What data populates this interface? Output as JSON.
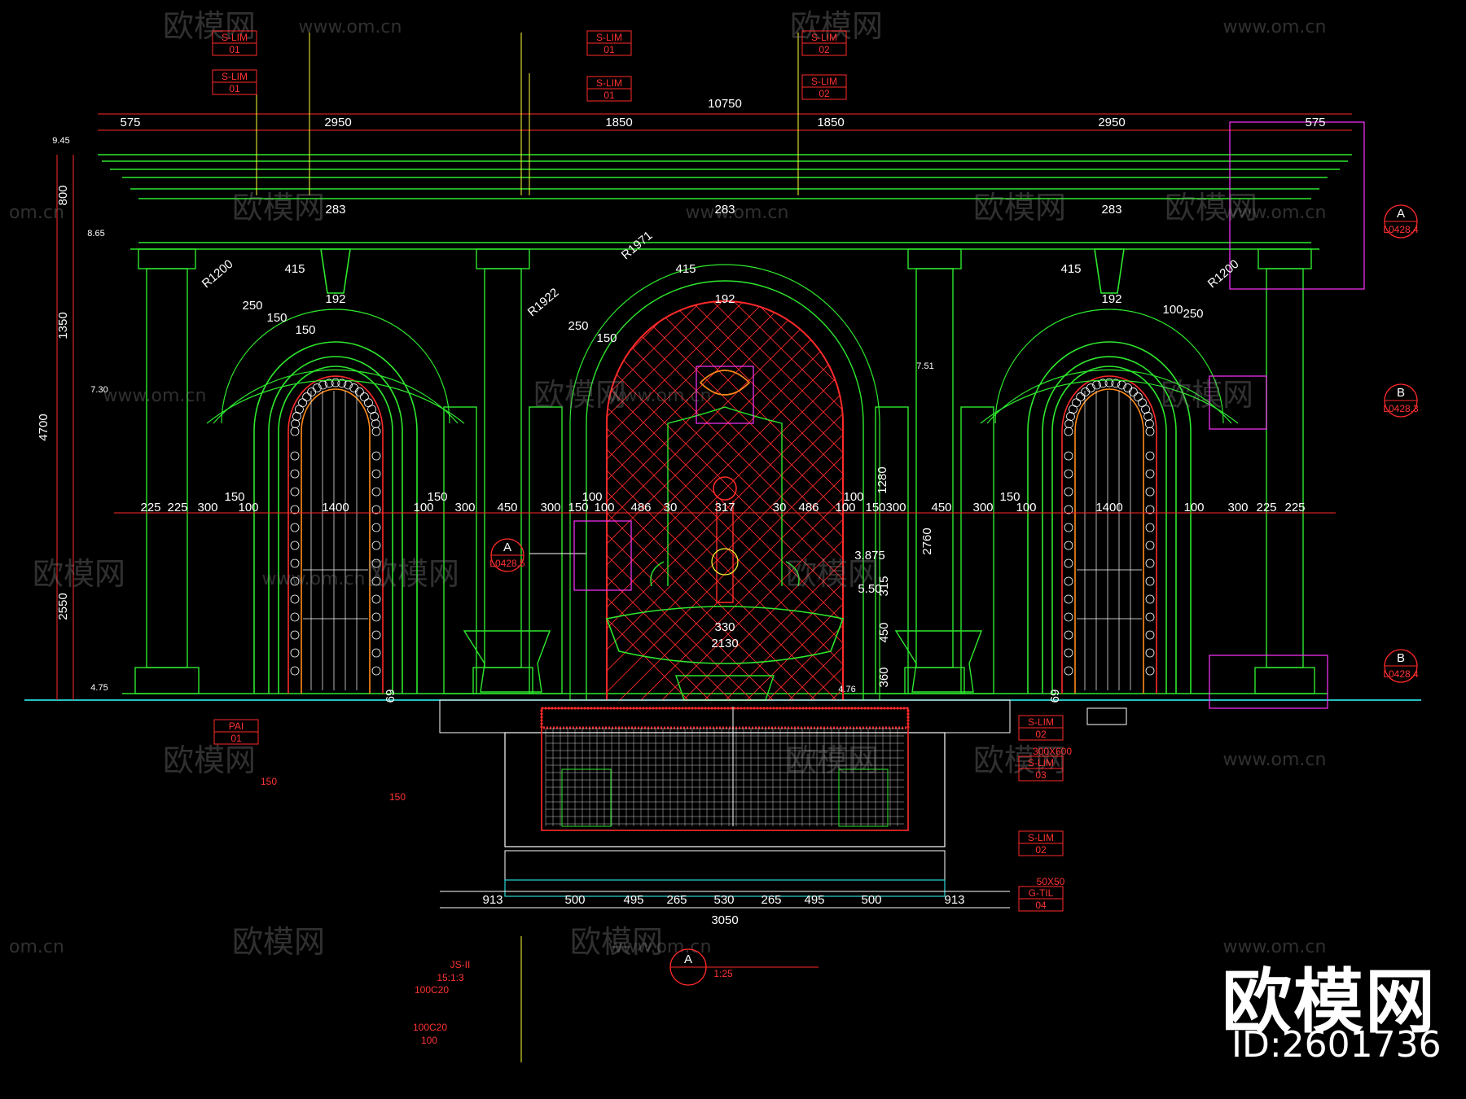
{
  "drawing": {
    "top_dims": [
      "575",
      "2950",
      "1850",
      "1850",
      "2950",
      "575"
    ],
    "overall_top": "10750",
    "left_dims": [
      "800",
      "1350",
      "4700",
      "2550"
    ],
    "levels": [
      "9.45",
      "8.65",
      "7.30",
      "4.75",
      "7.51",
      "4.76"
    ],
    "arch_dims": [
      "283",
      "283",
      "283",
      "192",
      "192",
      "192",
      "415",
      "415",
      "415",
      "R1200",
      "R1200",
      "R1971",
      "R1922",
      "250",
      "150",
      "250",
      "150",
      "100",
      "250",
      "150"
    ],
    "mid_dims_row": [
      "225",
      "225",
      "300",
      "100",
      "1400",
      "100",
      "300",
      "450",
      "300",
      "150",
      "100",
      "486",
      "30",
      "317",
      "30",
      "486",
      "100",
      "150",
      "300",
      "450",
      "300",
      "100",
      "1400",
      "100",
      "300",
      "225",
      "225"
    ],
    "mid_small": [
      "150",
      "150",
      "100",
      "100",
      "150"
    ],
    "fountain_dims": [
      "1280",
      "2760",
      "3.875",
      "315",
      "5.50",
      "450",
      "360",
      "330",
      "2130",
      "69",
      "69"
    ],
    "bottom_dims": [
      "913",
      "500",
      "495",
      "265",
      "530",
      "265",
      "495",
      "500",
      "913"
    ],
    "bottom_total": "3050",
    "section_marks": [
      {
        "letter": "A",
        "ref": "L0428.4"
      },
      {
        "letter": "B",
        "ref": "L0428.3"
      },
      {
        "letter": "B",
        "ref": "L0428.4"
      },
      {
        "letter": "A",
        "ref": "L0428.5"
      }
    ],
    "tags": [
      {
        "top": "S-LIM",
        "bottom": "01"
      },
      {
        "top": "S-LIM",
        "bottom": "01"
      },
      {
        "top": "S-LIM",
        "bottom": "01"
      },
      {
        "top": "S-LIM",
        "bottom": "01"
      },
      {
        "top": "S-LIM",
        "bottom": "02"
      },
      {
        "top": "S-LIM",
        "bottom": "02"
      },
      {
        "top": "PAI",
        "bottom": "01"
      },
      {
        "top": "S-LIM",
        "bottom": "02"
      },
      {
        "top": "S-LIM",
        "bottom": "03"
      },
      {
        "top": "S-LIM",
        "bottom": "02"
      },
      {
        "top": "G-TIL",
        "bottom": "04"
      }
    ],
    "right_notes": [
      "300X600",
      "50X50"
    ],
    "left_notes": [
      "150",
      "150"
    ],
    "bottom_notes": [
      "JS-II",
      "15:1:3",
      "100C20",
      "100C20",
      "100"
    ],
    "title": {
      "letter": "A",
      "scale": "1:25"
    }
  },
  "watermark": {
    "text": "欧模网",
    "url": "www.om.cn",
    "short": "om.cn",
    "brand": "欧模网",
    "id": "ID:2601736"
  },
  "colors": {
    "green": "#2ee82e",
    "red": "#ff2a2a",
    "yellow": "#ffff33",
    "cyan": "#33ffff",
    "white": "#ffffff",
    "magenta": "#ff33ff",
    "orange": "#ff8a1a"
  }
}
